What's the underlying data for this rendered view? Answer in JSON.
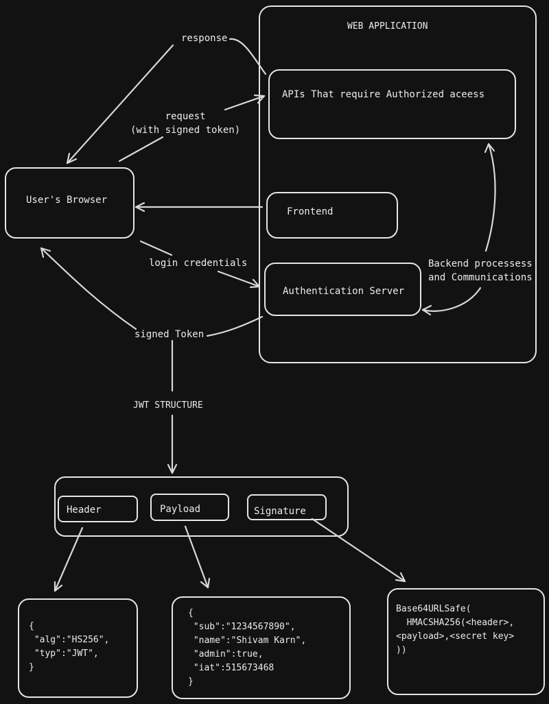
{
  "web_app": {
    "title": "WEB APPLICATION"
  },
  "nodes": {
    "apis": "APIs That require Authorized aceess",
    "browser": "User's Browser",
    "frontend": "Frontend",
    "auth_server": "Authentication Server"
  },
  "edge_labels": {
    "response": "response",
    "request": "request\n(with signed token)",
    "login": "login credentials",
    "backend": "Backend processess\nand Communications",
    "signed_token": "signed Token",
    "jwt_structure": "JWT STRUCTURE"
  },
  "jwt": {
    "header_label": "Header",
    "payload_label": "Payload",
    "signature_label": "Signature",
    "header_code": "{\n \"alg\":\"HS256\",\n \"typ\":\"JWT\",\n}",
    "payload_code": "{\n \"sub\":\"1234567890\",\n \"name\":\"Shivam Karn\",\n \"admin\":true,\n \"iat\":515673468\n}",
    "signature_code": "Base64URLSafe(\n  HMACSHA256(<header>,\n<payload>,<secret key>\n))"
  }
}
